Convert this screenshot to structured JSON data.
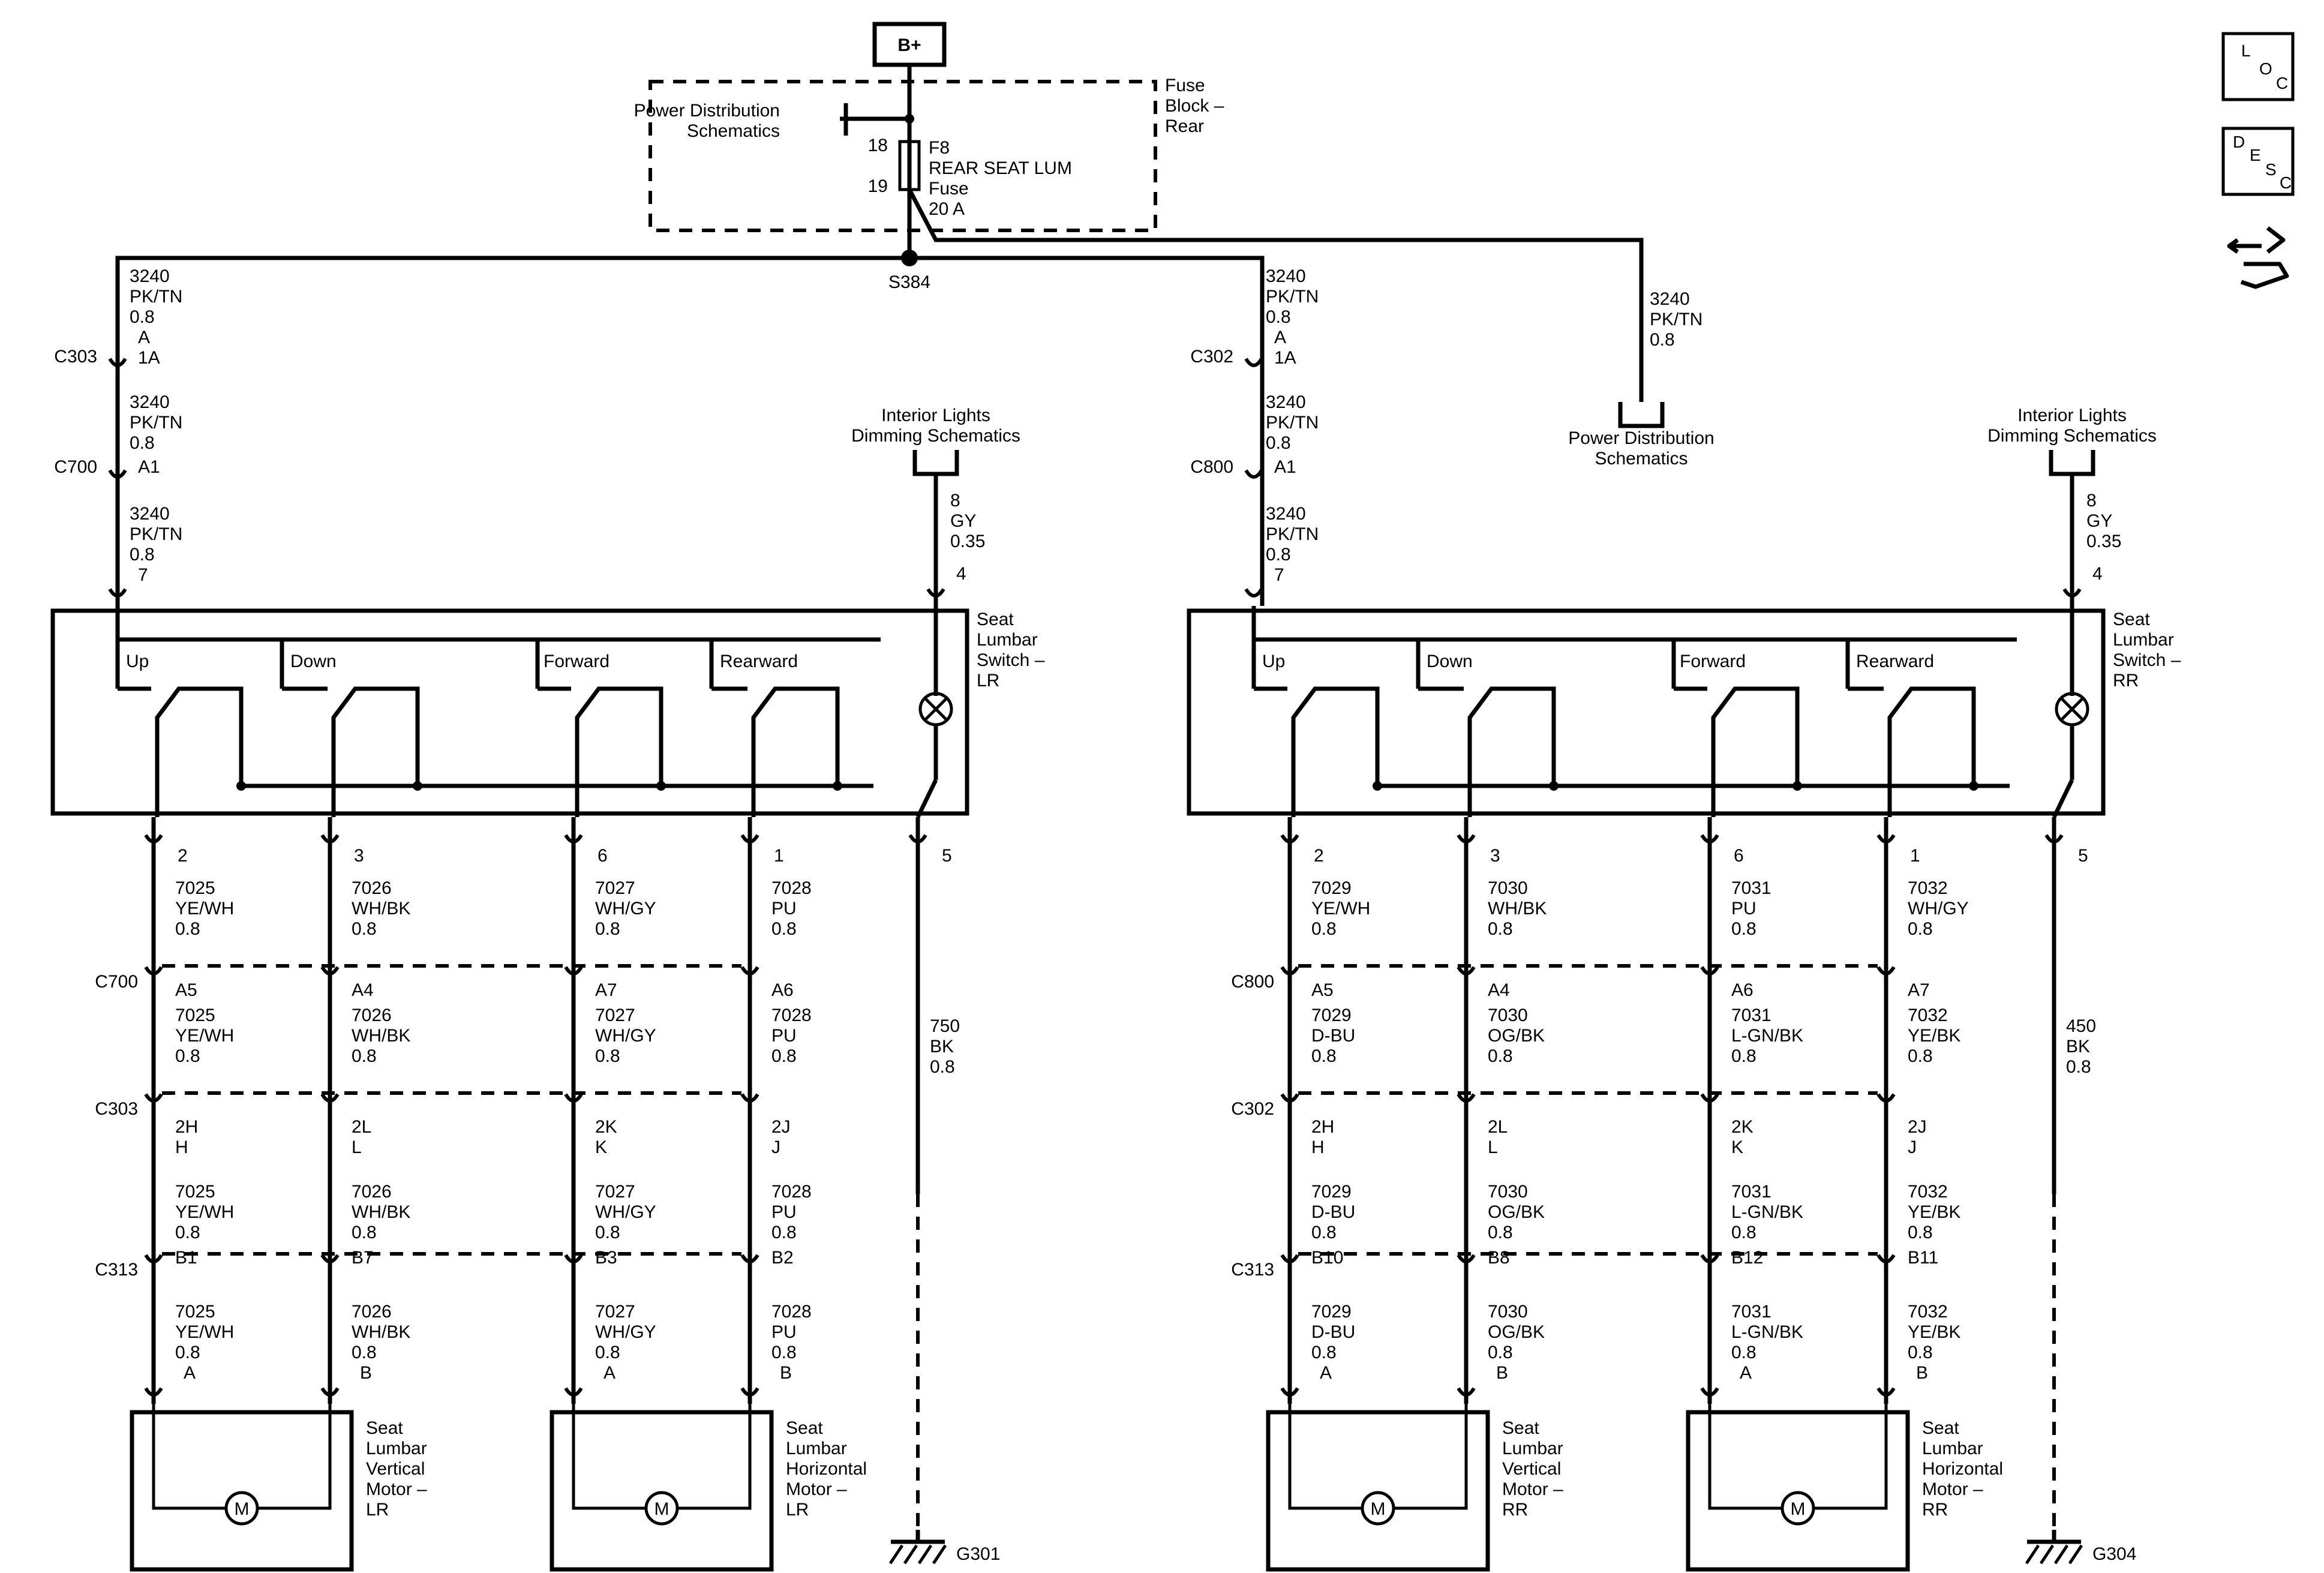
{
  "top": {
    "battery": "B+",
    "fuse_block": [
      "Fuse",
      "Block –",
      "Rear"
    ],
    "pd_schematics": [
      "Power Distribution",
      "Schematics"
    ],
    "fuse_pins": [
      "18",
      "19"
    ],
    "fuse": [
      "F8",
      "REAR SEAT LUM",
      "Fuse",
      "20 A"
    ],
    "splice": "S384"
  },
  "icons": {
    "loc": [
      "L",
      "O",
      "C"
    ],
    "desc": [
      "D",
      "E",
      "S",
      "C"
    ],
    "flow_icon": "connector-arrows-icon"
  },
  "left": {
    "feed_wires": [
      {
        "lines": [
          "3240",
          "PK/TN",
          "0.8",
          "A",
          "1A"
        ]
      },
      {
        "lines": [
          "3240",
          "PK/TN",
          "0.8",
          "A1"
        ]
      },
      {
        "lines": [
          "3240",
          "PK/TN",
          "0.8",
          "7"
        ]
      }
    ],
    "feed_connectors": [
      "C303",
      "C700"
    ],
    "dim_ref": [
      "Interior Lights",
      "Dimming Schematics"
    ],
    "dim_wire": [
      "8",
      "GY",
      "0.35",
      "4"
    ],
    "switch_name": [
      "Seat",
      "Lumbar",
      "Switch –",
      "LR"
    ],
    "switch_labels": [
      "Up",
      "Down",
      "Forward",
      "Rearward"
    ],
    "pins": [
      "2",
      "3",
      "6",
      "1",
      "5"
    ],
    "runs": [
      {
        "seg1": [
          "7025",
          "YE/WH",
          "0.8"
        ],
        "c1": "A5",
        "seg2": [
          "7025",
          "YE/WH",
          "0.8"
        ],
        "c2": [
          "2H",
          "H"
        ],
        "seg3": [
          "7025",
          "YE/WH",
          "0.8"
        ],
        "c3": "B1",
        "seg4": [
          "7025",
          "YE/WH",
          "0.8",
          "A"
        ]
      },
      {
        "seg1": [
          "7026",
          "WH/BK",
          "0.8"
        ],
        "c1": "A4",
        "seg2": [
          "7026",
          "WH/BK",
          "0.8"
        ],
        "c2": [
          "2L",
          "L"
        ],
        "seg3": [
          "7026",
          "WH/BK",
          "0.8"
        ],
        "c3": "B7",
        "seg4": [
          "7026",
          "WH/BK",
          "0.8",
          "B"
        ]
      },
      {
        "seg1": [
          "7027",
          "WH/GY",
          "0.8"
        ],
        "c1": "A7",
        "seg2": [
          "7027",
          "WH/GY",
          "0.8"
        ],
        "c2": [
          "2K",
          "K"
        ],
        "seg3": [
          "7027",
          "WH/GY",
          "0.8"
        ],
        "c3": "B3",
        "seg4": [
          "7027",
          "WH/GY",
          "0.8",
          "A"
        ]
      },
      {
        "seg1": [
          "7028",
          "PU",
          "0.8"
        ],
        "c1": "A6",
        "seg2": [
          "7028",
          "PU",
          "0.8"
        ],
        "c2": [
          "2J",
          "J"
        ],
        "seg3": [
          "7028",
          "PU",
          "0.8"
        ],
        "c3": "B2",
        "seg4": [
          "7028",
          "PU",
          "0.8",
          "B"
        ]
      }
    ],
    "row_connectors": [
      "C700",
      "C303",
      "C313"
    ],
    "ground_wire": [
      "750",
      "BK",
      "0.8"
    ],
    "ground": "G301",
    "motors": [
      [
        "Seat",
        "Lumbar",
        "Vertical",
        "Motor –",
        "LR"
      ],
      [
        "Seat",
        "Lumbar",
        "Horizontal",
        "Motor –",
        "LR"
      ]
    ]
  },
  "right": {
    "feed_wires": [
      {
        "lines": [
          "3240",
          "PK/TN",
          "0.8",
          "A",
          "1A"
        ]
      },
      {
        "lines": [
          "3240",
          "PK/TN",
          "0.8",
          "A1"
        ]
      },
      {
        "lines": [
          "3240",
          "PK/TN",
          "0.8",
          "7"
        ]
      }
    ],
    "feed_connectors": [
      "C302",
      "C800"
    ],
    "pd_branch": [
      "3240",
      "PK/TN",
      "0.8"
    ],
    "pd_schematics": [
      "Power Distribution",
      "Schematics"
    ],
    "dim_ref": [
      "Interior Lights",
      "Dimming Schematics"
    ],
    "dim_wire": [
      "8",
      "GY",
      "0.35",
      "4"
    ],
    "switch_name": [
      "Seat",
      "Lumbar",
      "Switch –",
      "RR"
    ],
    "switch_labels": [
      "Up",
      "Down",
      "Forward",
      "Rearward"
    ],
    "pins": [
      "2",
      "3",
      "6",
      "1",
      "5"
    ],
    "runs": [
      {
        "seg1": [
          "7029",
          "YE/WH",
          "0.8"
        ],
        "c1": "A5",
        "seg2": [
          "7029",
          "D-BU",
          "0.8"
        ],
        "c2": [
          "2H",
          "H"
        ],
        "seg3": [
          "7029",
          "D-BU",
          "0.8"
        ],
        "c3": "B10",
        "seg4": [
          "7029",
          "D-BU",
          "0.8",
          "A"
        ]
      },
      {
        "seg1": [
          "7030",
          "WH/BK",
          "0.8"
        ],
        "c1": "A4",
        "seg2": [
          "7030",
          "OG/BK",
          "0.8"
        ],
        "c2": [
          "2L",
          "L"
        ],
        "seg3": [
          "7030",
          "OG/BK",
          "0.8"
        ],
        "c3": "B8",
        "seg4": [
          "7030",
          "OG/BK",
          "0.8",
          "B"
        ]
      },
      {
        "seg1": [
          "7031",
          "PU",
          "0.8"
        ],
        "c1": "A6",
        "seg2": [
          "7031",
          "L-GN/BK",
          "0.8"
        ],
        "c2": [
          "2K",
          "K"
        ],
        "seg3": [
          "7031",
          "L-GN/BK",
          "0.8"
        ],
        "c3": "B12",
        "seg4": [
          "7031",
          "L-GN/BK",
          "0.8",
          "A"
        ]
      },
      {
        "seg1": [
          "7032",
          "WH/GY",
          "0.8"
        ],
        "c1": "A7",
        "seg2": [
          "7032",
          "YE/BK",
          "0.8"
        ],
        "c2": [
          "2J",
          "J"
        ],
        "seg3": [
          "7032",
          "YE/BK",
          "0.8"
        ],
        "c3": "B11",
        "seg4": [
          "7032",
          "YE/BK",
          "0.8",
          "B"
        ]
      }
    ],
    "row_connectors": [
      "C800",
      "C302",
      "C313"
    ],
    "ground_wire": [
      "450",
      "BK",
      "0.8"
    ],
    "ground": "G304",
    "motors": [
      [
        "Seat",
        "Lumbar",
        "Vertical",
        "Motor –",
        "RR"
      ],
      [
        "Seat",
        "Lumbar",
        "Horizontal",
        "Motor –",
        "RR"
      ]
    ]
  },
  "motor_symbol": "M"
}
